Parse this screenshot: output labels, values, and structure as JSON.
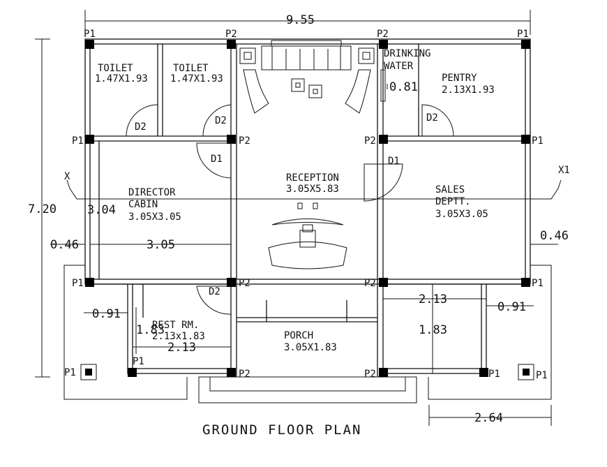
{
  "title": "GROUND FLOOR PLAN",
  "overall_width": "9.55",
  "overall_height": "7.20",
  "rooms": {
    "toilet1": {
      "name": "TOILET",
      "size": "1.47X1.93"
    },
    "toilet2": {
      "name": "TOILET",
      "size": "1.47X1.93"
    },
    "drinking_water": {
      "line1": "DRINKING",
      "line2": "WATER"
    },
    "pentry": {
      "name": "PENTRY",
      "size": "2.13X1.93"
    },
    "director": {
      "line1": "DIRECTOR",
      "line2": "CABIN",
      "size": "3.05X3.05"
    },
    "reception": {
      "name": "RECEPTION",
      "size": "3.05X5.83"
    },
    "sales": {
      "line1": "SALES",
      "line2": "DEPTT.",
      "size": "3.05X3.05"
    },
    "rest": {
      "name": "REST RM.",
      "size": "2.13x1.83"
    },
    "porch": {
      "name": "PORCH",
      "size": "3.05X1.83"
    }
  },
  "doors": {
    "d1": "D1",
    "d2": "D2"
  },
  "columns": {
    "p1": "P1",
    "p2": "P2"
  },
  "section": {
    "left": "X",
    "right": "X1"
  },
  "dims": {
    "d081": "0.81",
    "d304": "3.04",
    "d305": "3.05",
    "d046l": "0.46",
    "d046r": "0.46",
    "d091l": "0.91",
    "d091r": "0.91",
    "d183l": "1.83",
    "d213l": "2.13",
    "d213r": "2.13",
    "d183r": "1.83",
    "d264": "2.64"
  }
}
